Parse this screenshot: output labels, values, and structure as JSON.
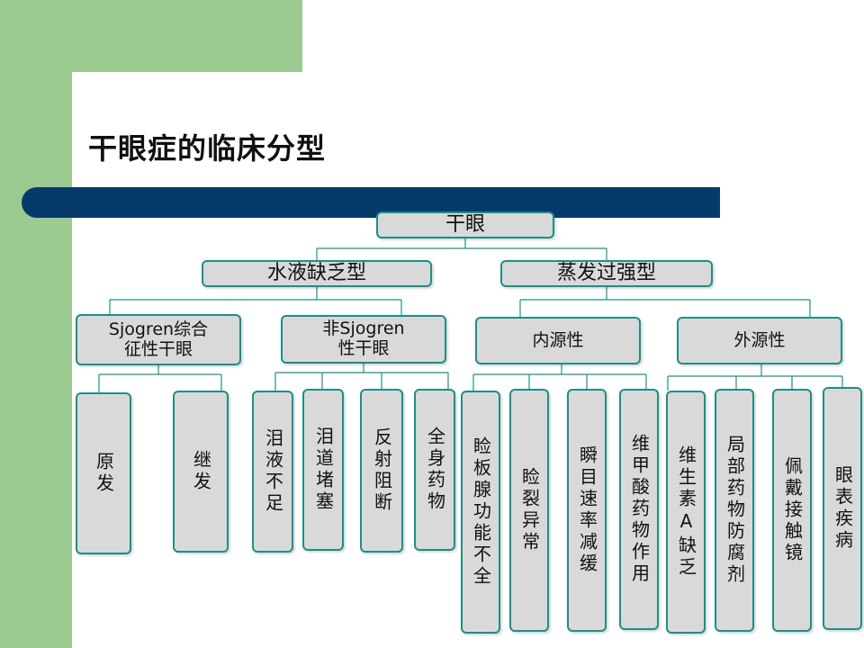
{
  "slide": {
    "title": "干眼症的临床分型"
  },
  "tree": {
    "root": "干眼",
    "l1": [
      "水液缺乏型",
      "蒸发过强型"
    ],
    "l2": [
      "Sjogren综合征性干眼",
      "非Sjogren性干眼",
      "内源性",
      "外源性"
    ],
    "l2_lines": [
      [
        "Sjogren综合",
        "征性干眼"
      ],
      [
        "非Sjogren",
        "性干眼"
      ],
      [
        "内源性"
      ],
      [
        "外源性"
      ]
    ],
    "leaves": [
      "原发",
      "继发",
      "泪液不足",
      "泪道堵塞",
      "反射阻断",
      "全身药物",
      "睑板腺功能不全",
      "睑裂异常",
      "瞬目速率减缓",
      "维甲酸药物作用",
      "维生素A缺乏",
      "局部药物防腐剂",
      "佩戴接触镜",
      "眼表疾病"
    ]
  }
}
